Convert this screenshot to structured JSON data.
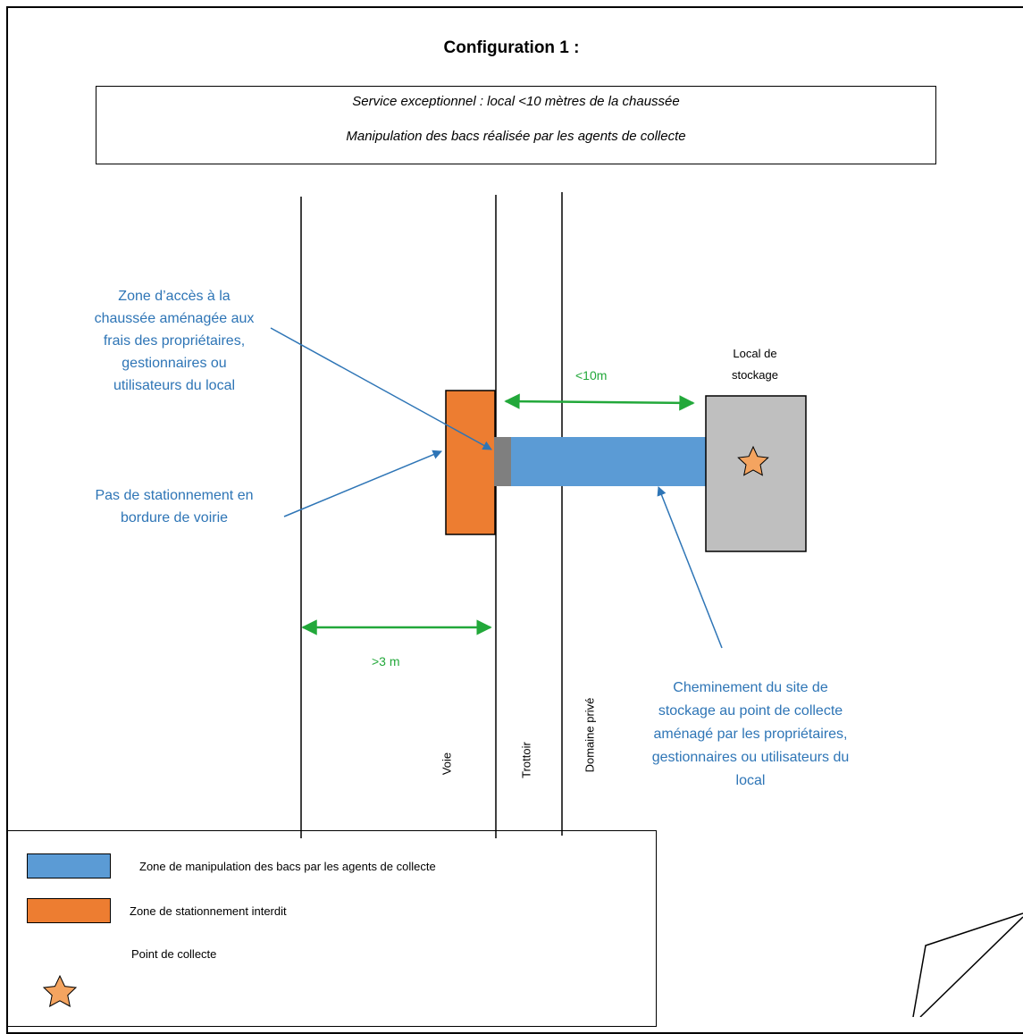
{
  "title": "Configuration 1 :",
  "subtitle": {
    "line1": "Service exceptionnel : local <10 mètres de la chaussée",
    "line2": "Manipulation des bacs réalisée par les agents de collecte"
  },
  "annotations": {
    "zone_acces": [
      "Zone d’accès à la",
      "chaussée aménagée aux",
      "frais des propriétaires,",
      "gestionnaires ou",
      "utilisateurs du local"
    ],
    "pas_stationnement": [
      "Pas de stationnement en",
      "bordure de voirie"
    ],
    "cheminement": [
      "Cheminement du site de",
      "stockage au point de collecte",
      "aménagé par les propriétaires,",
      "gestionnaires ou utilisateurs du",
      "local"
    ],
    "local_stockage": [
      "Local de",
      "stockage"
    ]
  },
  "dimensions": {
    "lt10m": "<10m",
    "gt3m": ">3 m"
  },
  "lanes": {
    "voie": "Voie",
    "trottoir": "Trottoir",
    "domaine": "Domaine privé"
  },
  "legend": {
    "items": [
      {
        "label": "Zone de manipulation des bacs par les agents de collecte",
        "color": "#5B9BD5"
      },
      {
        "label": "Zone de stationnement interdit",
        "color": "#ED7D31"
      },
      {
        "label": "Point de collecte",
        "icon": "star-icon",
        "color": "#F4A460"
      }
    ]
  },
  "colors": {
    "blue_text": "#2E75B6",
    "green_arrow": "#22A83A",
    "manip_zone": "#5B9BD5",
    "no_parking": "#ED7D31",
    "storage": "#BFBFBF",
    "access_zone": "#7F7F7F"
  }
}
